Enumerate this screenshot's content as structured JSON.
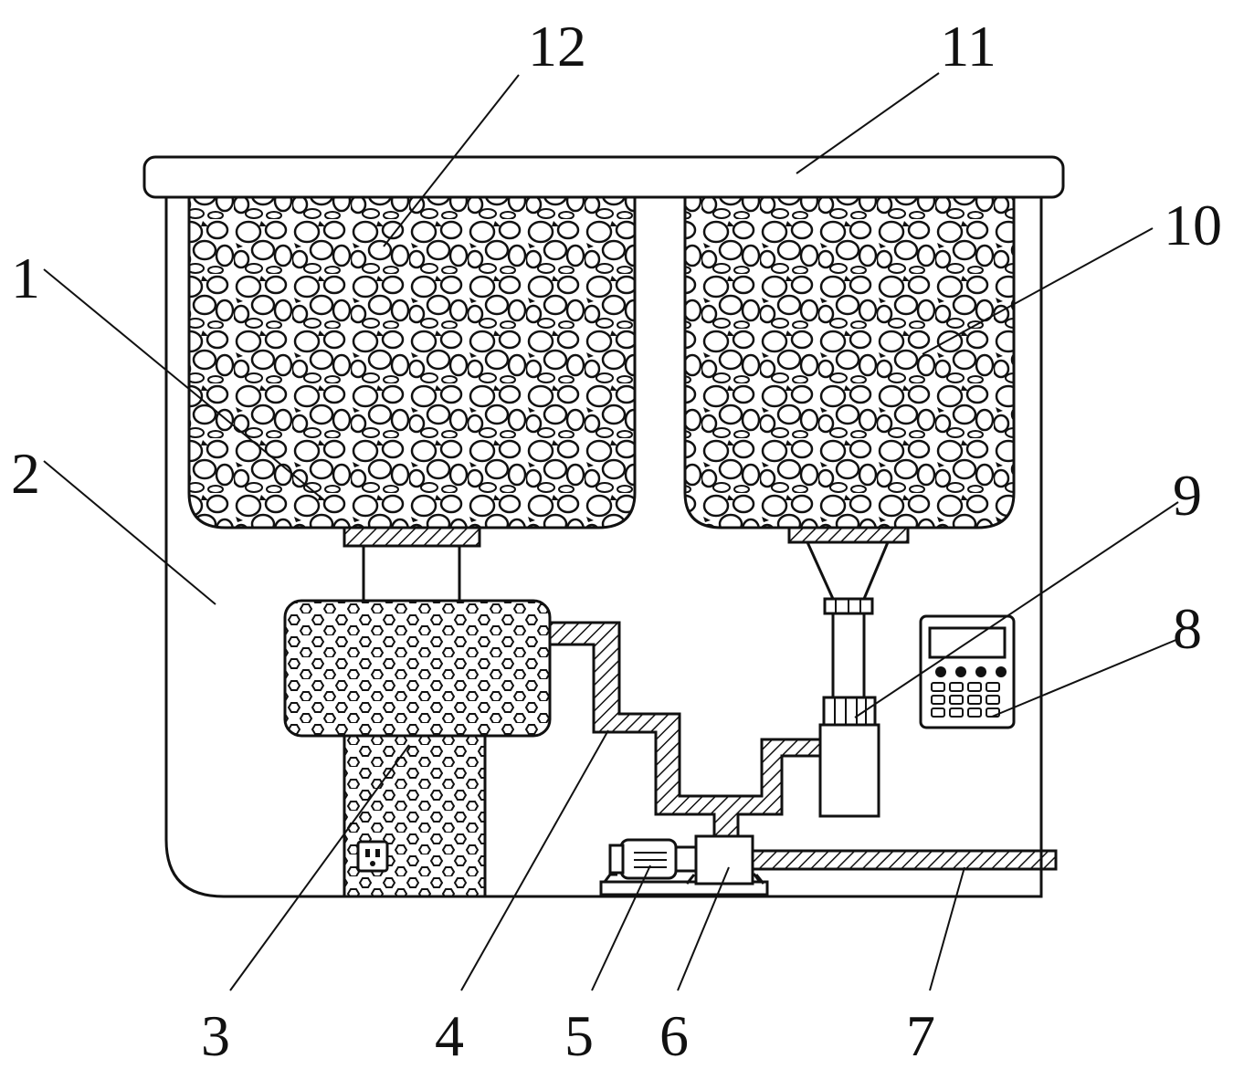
{
  "labels": {
    "l1": "1",
    "l2": "2",
    "l3": "3",
    "l4": "4",
    "l5": "5",
    "l6": "6",
    "l7": "7",
    "l8": "8",
    "l9": "9",
    "l10": "10",
    "l11": "11",
    "l12": "12"
  },
  "colors": {
    "stroke": "#111111",
    "background": "#ffffff"
  }
}
